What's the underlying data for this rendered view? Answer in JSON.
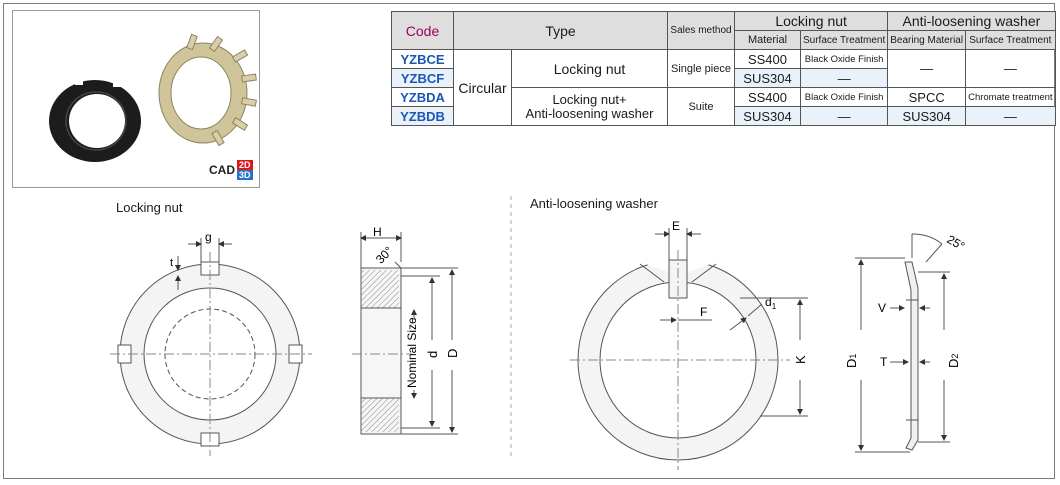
{
  "table": {
    "headers": {
      "code": "Code",
      "type": "Type",
      "sales_method": "Sales method",
      "locking_nut": "Locking nut",
      "anti_loosening_washer": "Anti-loosening washer",
      "material": "Material",
      "surface_treatment": "Surface Treatment",
      "bearing_material": "Bearing Material",
      "surface_treatment_2": "Surface Treatment"
    },
    "shape": "Circular",
    "type_locking_nut": "Locking nut",
    "type_combo_line1": "Locking nut+",
    "type_combo_line2": "Anti-loosening washer",
    "sales_single": "Single piece",
    "sales_suite": "Suite",
    "rows": [
      {
        "code": "YZBCE",
        "material": "SS400",
        "surface": "Black Oxide Finish",
        "bearing": "—",
        "washer_surface": "—"
      },
      {
        "code": "YZBCF",
        "material": "SUS304",
        "surface": "—",
        "bearing": "",
        "washer_surface": ""
      },
      {
        "code": "YZBDA",
        "material": "SS400",
        "surface": "Black Oxide Finish",
        "bearing": "SPCC",
        "washer_surface": "Chromate treatment"
      },
      {
        "code": "YZBDB",
        "material": "SUS304",
        "surface": "—",
        "bearing": "SUS304",
        "washer_surface": "—"
      }
    ]
  },
  "cad": {
    "label": "CAD",
    "two_d": "2D",
    "three_d": "3D"
  },
  "drawings": {
    "locking_nut_title": "Locking nut",
    "washer_title": "Anti-loosening washer",
    "dims": {
      "g": "g",
      "t": "t",
      "h": "H",
      "angle30": "30°",
      "nominal": "Nominal Size",
      "d": "d",
      "D": "D",
      "E": "E",
      "F": "F",
      "d1": "d",
      "d1_sub": "1",
      "K": "K",
      "angle25": "25°",
      "V": "V",
      "T": "T",
      "D1": "D",
      "D1_sub": "1",
      "D2": "D",
      "D2_sub": "2"
    }
  },
  "colors": {
    "code_header": "#a0005a",
    "code_blue": "#1a57b7",
    "header_gray": "#dedede",
    "row_blue": "#e9f1fb"
  }
}
